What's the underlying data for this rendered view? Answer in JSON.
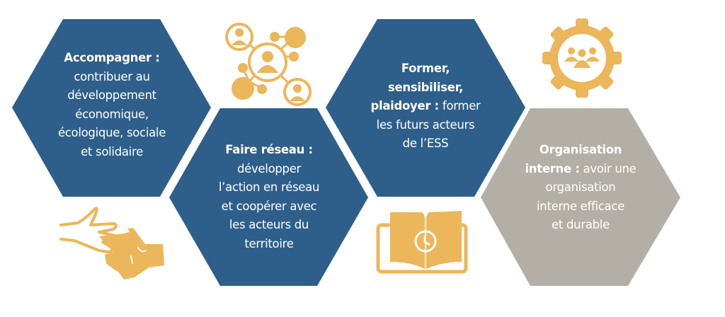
{
  "colors": {
    "blue": "#2e5f8a",
    "gray": "#b3afa6",
    "gold": "#ecb65a",
    "background": "#ffffff"
  },
  "hexagons": [
    {
      "title": "Accompagner :",
      "lines": [
        "contribuer au",
        "développement",
        "économique,",
        "écologique, sociale",
        "et solidaire"
      ],
      "color": "blue",
      "icon": "hands-icon"
    },
    {
      "title": "Faire réseau :",
      "lines": [
        "développer",
        "l’action en réseau",
        "et coopérer avec",
        "les acteurs du",
        "territoire"
      ],
      "color": "blue",
      "icon": "network-icon"
    },
    {
      "title_lines": [
        "Former,",
        "sensibiliser,",
        "plaidoyer :"
      ],
      "rest": " former",
      "lines": [
        "les futurs acteurs",
        "de l’ESS"
      ],
      "color": "blue",
      "icon": "book-icon"
    },
    {
      "title_lines": [
        "Organisation",
        "interne :"
      ],
      "rest": " avoir une",
      "lines": [
        "organisation",
        "interne efficace",
        "et durable"
      ],
      "color": "gray",
      "icon": "gear-team-icon"
    }
  ]
}
